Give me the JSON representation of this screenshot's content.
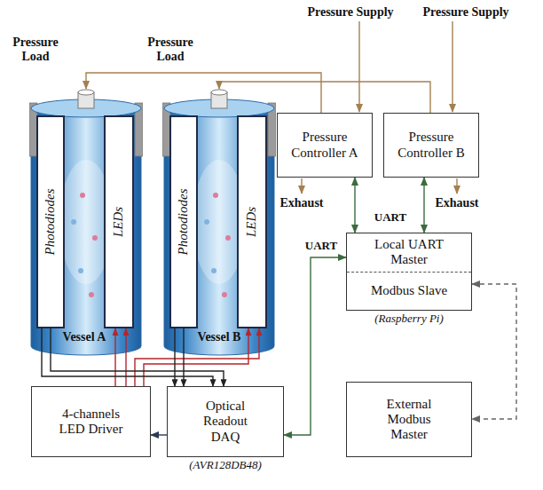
{
  "diagram": {
    "nodes": [
      {
        "text": [
          "Vessel A"
        ]
      },
      {
        "text": [
          "Photodiodes"
        ],
        "in": 0
      },
      {
        "text": [
          "LEDs"
        ],
        "in": 0
      },
      {
        "text": [
          "Vessel B"
        ]
      },
      {
        "text": [
          "Photodiodes"
        ],
        "in": 3
      },
      {
        "text": [
          "LEDs"
        ],
        "in": 3
      },
      {
        "text": [
          "Pressure Controller A"
        ]
      },
      {
        "text": [
          "Pressure Controller B"
        ]
      },
      {
        "text": [
          "Local UART Master",
          "Modbus Slave",
          "(Raspberry Pi)"
        ]
      },
      {
        "text": [
          "External Modbus Master"
        ]
      },
      {
        "text": [
          "4-channels LED Driver"
        ]
      },
      {
        "text": [
          "Optical Readout DAQ",
          "(AVR128DB48)"
        ]
      }
    ],
    "edges": [
      {
        "from": 6,
        "to": 0,
        "arrow": "to"
      },
      {
        "from": 7,
        "to": 3,
        "arrow": "to"
      },
      {
        "from": 6,
        "to": 8,
        "arrow": "both"
      },
      {
        "from": 7,
        "to": 8,
        "label": "UART",
        "arrow": "both"
      },
      {
        "from": 11,
        "to": 8,
        "label": "UART",
        "arrow": "both"
      },
      {
        "from": 8,
        "to": 9,
        "arrow": "both"
      },
      {
        "from": 11,
        "to": 10,
        "arrow": "to"
      },
      {
        "from": 10,
        "to": 2,
        "arrow": "to"
      },
      {
        "from": 10,
        "to": 2,
        "arrow": "to"
      },
      {
        "from": 10,
        "to": 5,
        "arrow": "to"
      },
      {
        "from": 10,
        "to": 5,
        "arrow": "to"
      },
      {
        "from": 1,
        "to": 11,
        "arrow": "to"
      },
      {
        "from": 1,
        "to": 11,
        "arrow": "to"
      },
      {
        "from": 4,
        "to": 11,
        "arrow": "to"
      },
      {
        "from": 4,
        "to": 11,
        "arrow": "to"
      }
    ],
    "labels": [
      "Pressure Supply",
      "Pressure Supply",
      "Pressure Load",
      "Pressure Load",
      "Exhaust",
      "Exhaust"
    ]
  }
}
